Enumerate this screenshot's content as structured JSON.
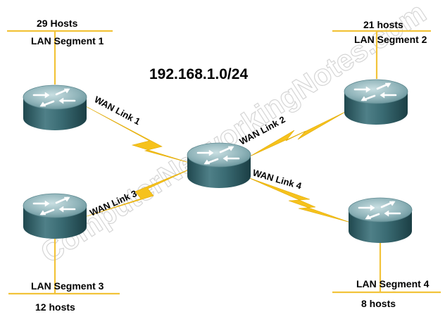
{
  "network": "192.168.1.0/24",
  "watermark": "ComputerNetworkingNotes.com",
  "lan_segments": [
    {
      "id": "seg1",
      "name": "LAN Segment 1",
      "hosts": "29 Hosts"
    },
    {
      "id": "seg2",
      "name": "LAN Segment 2",
      "hosts": "21 hosts"
    },
    {
      "id": "seg3",
      "name": "LAN Segment 3",
      "hosts": "12 hosts"
    },
    {
      "id": "seg4",
      "name": "LAN Segment 4",
      "hosts": "8 hosts"
    }
  ],
  "wan_links": [
    {
      "id": "wan1",
      "name": "WAN Link 1"
    },
    {
      "id": "wan2",
      "name": "WAN Link 2"
    },
    {
      "id": "wan3",
      "name": "WAN Link 3"
    },
    {
      "id": "wan4",
      "name": "WAN Link 4"
    }
  ],
  "colors": {
    "lan_line": "#f2c33a",
    "lightning": "#f6c21c",
    "router_top": "#8fb3b9",
    "router_side": "#2f5e66"
  }
}
